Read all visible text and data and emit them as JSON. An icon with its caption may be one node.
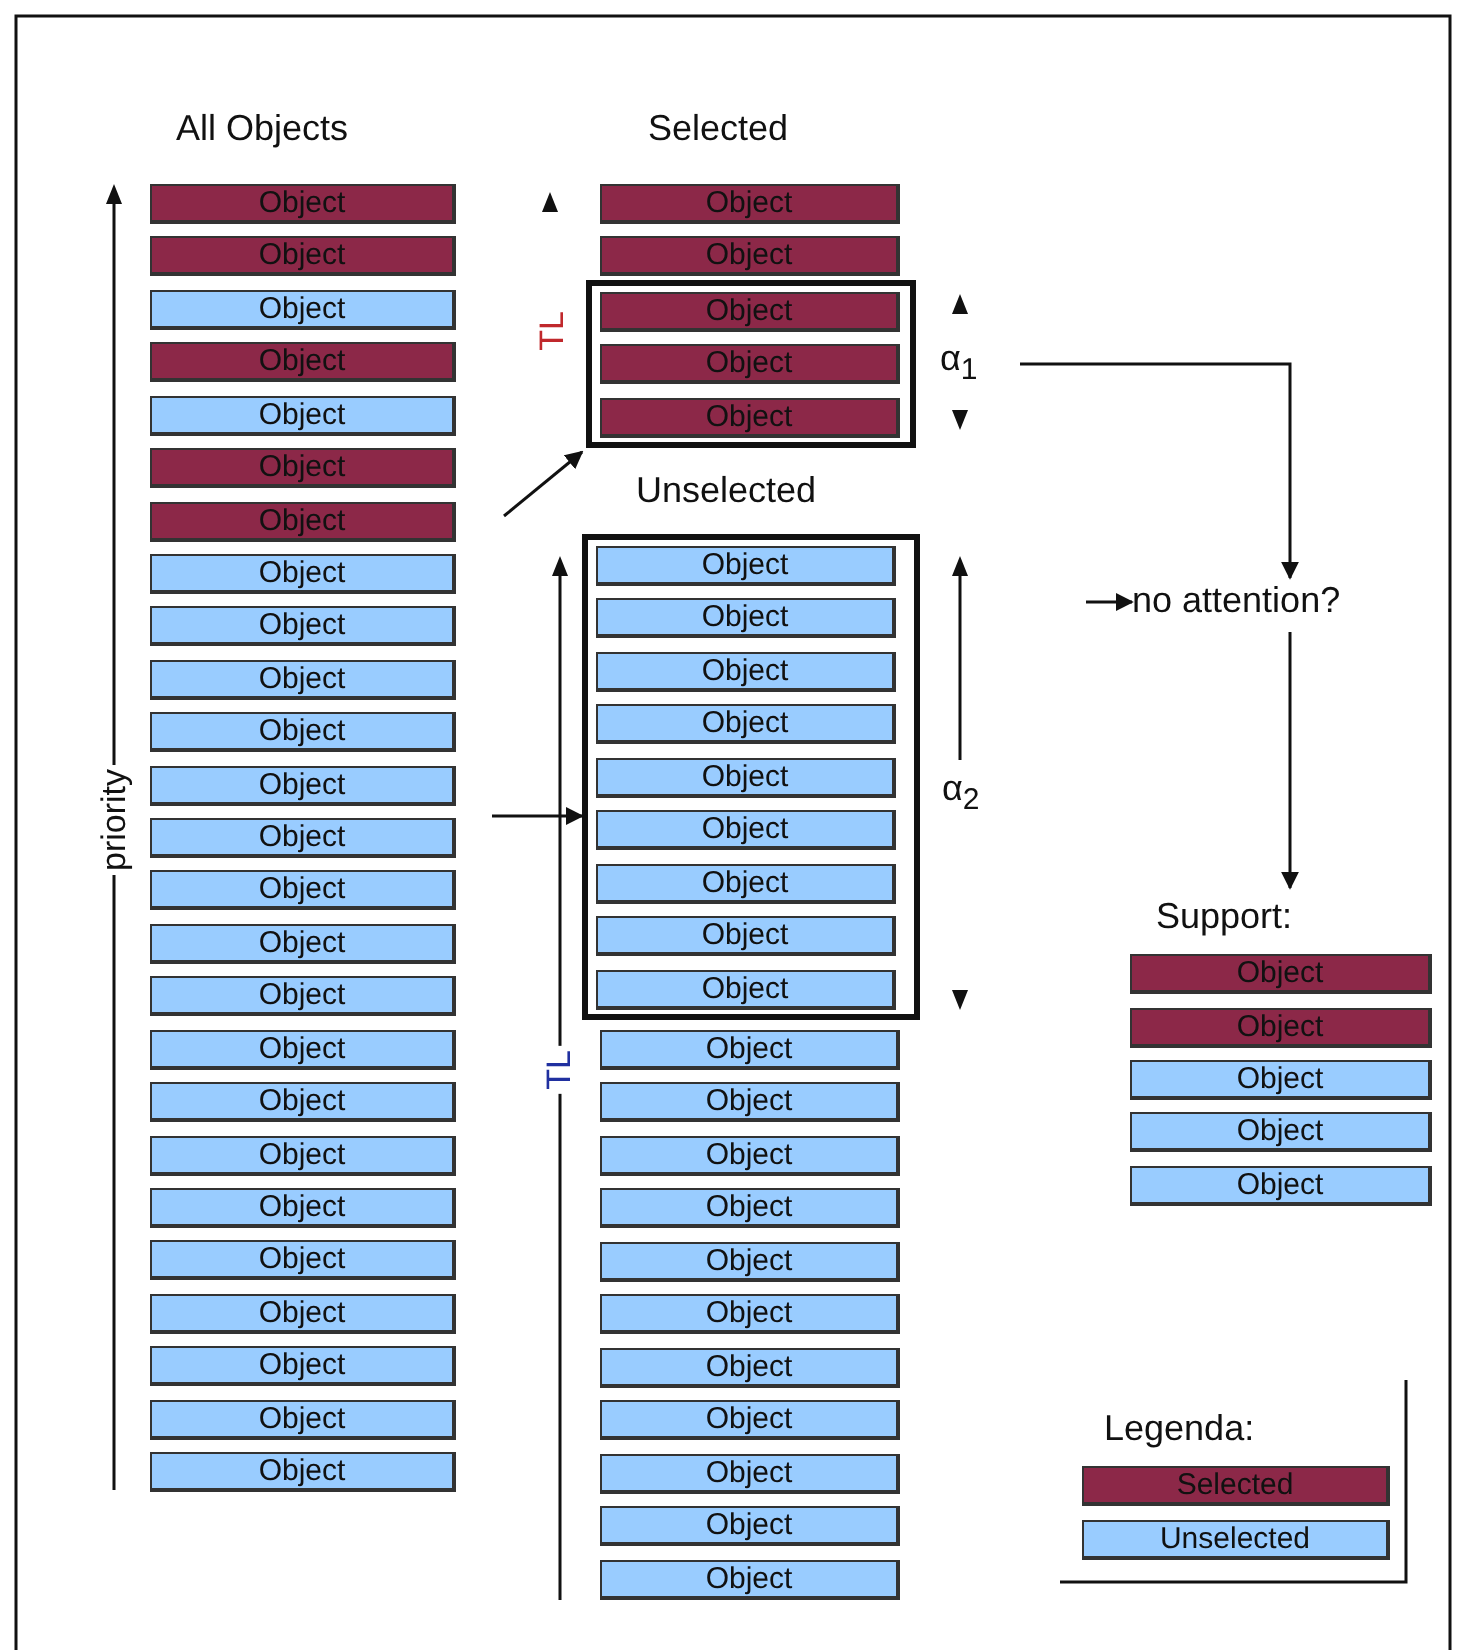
{
  "diagram": {
    "nodes": [
      {
        "text": [
          "Object"
        ]
      },
      {
        "text": [
          "Object"
        ]
      },
      {
        "text": [
          "Object"
        ]
      },
      {
        "text": [
          "Object"
        ]
      },
      {
        "text": [
          "Object"
        ]
      },
      {
        "text": [
          "Object"
        ]
      },
      {
        "text": [
          "Object"
        ]
      },
      {
        "text": [
          "Object"
        ]
      },
      {
        "text": [
          "Object"
        ]
      },
      {
        "text": [
          "Object"
        ]
      },
      {
        "text": [
          "Object"
        ]
      },
      {
        "text": [
          "Object"
        ]
      },
      {
        "text": [
          "Object"
        ]
      },
      {
        "text": [
          "Object"
        ]
      },
      {
        "text": [
          "Object"
        ]
      },
      {
        "text": [
          "Object"
        ]
      },
      {
        "text": [
          "Object"
        ]
      },
      {
        "text": [
          "Object"
        ]
      },
      {
        "text": [
          "Object"
        ]
      },
      {
        "text": [
          "Object"
        ]
      },
      {
        "text": [
          "Object"
        ]
      },
      {
        "text": [
          "Object"
        ]
      },
      {
        "text": [
          "Object"
        ]
      },
      {
        "text": [
          "Object"
        ]
      },
      {
        "text": [
          "Object"
        ]
      },
      {
        "text": [
          "Object"
        ]
      },
      {
        "text": [
          "Object"
        ]
      },
      {
        "text": [],
        "shape": "box",
        "beside": [
          "TL"
        ]
      },
      {
        "text": [
          "Object"
        ],
        "in": 27
      },
      {
        "text": [
          "Object"
        ],
        "in": 27
      },
      {
        "text": [
          "Object"
        ],
        "in": 27
      },
      {
        "text": [
          "α$_{1}$"
        ]
      },
      {
        "text": [],
        "shape": "box"
      },
      {
        "text": [
          "Object"
        ],
        "in": 32
      },
      {
        "text": [
          "Object"
        ],
        "in": 32
      },
      {
        "text": [
          "Object"
        ],
        "in": 32
      },
      {
        "text": [
          "Object"
        ],
        "in": 32
      },
      {
        "text": [
          "Object"
        ],
        "in": 32
      },
      {
        "text": [
          "Object"
        ],
        "in": 32
      },
      {
        "text": [
          "Object"
        ],
        "in": 32
      },
      {
        "text": [
          "Object"
        ],
        "in": 32
      },
      {
        "text": [
          "Object"
        ],
        "in": 32
      },
      {
        "text": [
          "Object"
        ]
      },
      {
        "text": [
          "Object"
        ]
      },
      {
        "text": [
          "Object"
        ]
      },
      {
        "text": [
          "Object"
        ]
      },
      {
        "text": [
          "Object"
        ]
      },
      {
        "text": [
          "Object"
        ]
      },
      {
        "text": [
          "Object"
        ]
      },
      {
        "text": [
          "Object"
        ]
      },
      {
        "text": [
          "Object"
        ]
      },
      {
        "text": [
          "Object"
        ]
      },
      {
        "text": [
          "Object"
        ]
      },
      {
        "text": [
          "no attention?"
        ]
      },
      {
        "text": [
          "Support:"
        ]
      },
      {
        "text": [
          "Object"
        ]
      },
      {
        "text": [
          "Object"
        ]
      },
      {
        "text": [
          "Object"
        ]
      },
      {
        "text": [
          "Object"
        ]
      },
      {
        "text": [
          "Object"
        ]
      }
    ],
    "edges": [
      {
        "from": null,
        "to": 27,
        "arrow": "to"
      },
      {
        "from": null,
        "to": 32,
        "arrow": "to"
      },
      {
        "from": 31,
        "to": 53,
        "arrow": "to"
      },
      {
        "from": 53,
        "to": 54,
        "arrow": "to"
      },
      {
        "from": null,
        "to": 53,
        "arrow": "to"
      }
    ],
    "labels": [
      "All Objects",
      "Selected",
      "Unselected",
      "α$_{2}$",
      "priority",
      "TL",
      "Legenda:"
    ],
    "legend": [
      {
        "text": "Selected",
        "color": "#8c2848"
      },
      {
        "text": "Unselected",
        "color": "#99ccff"
      }
    ]
  }
}
